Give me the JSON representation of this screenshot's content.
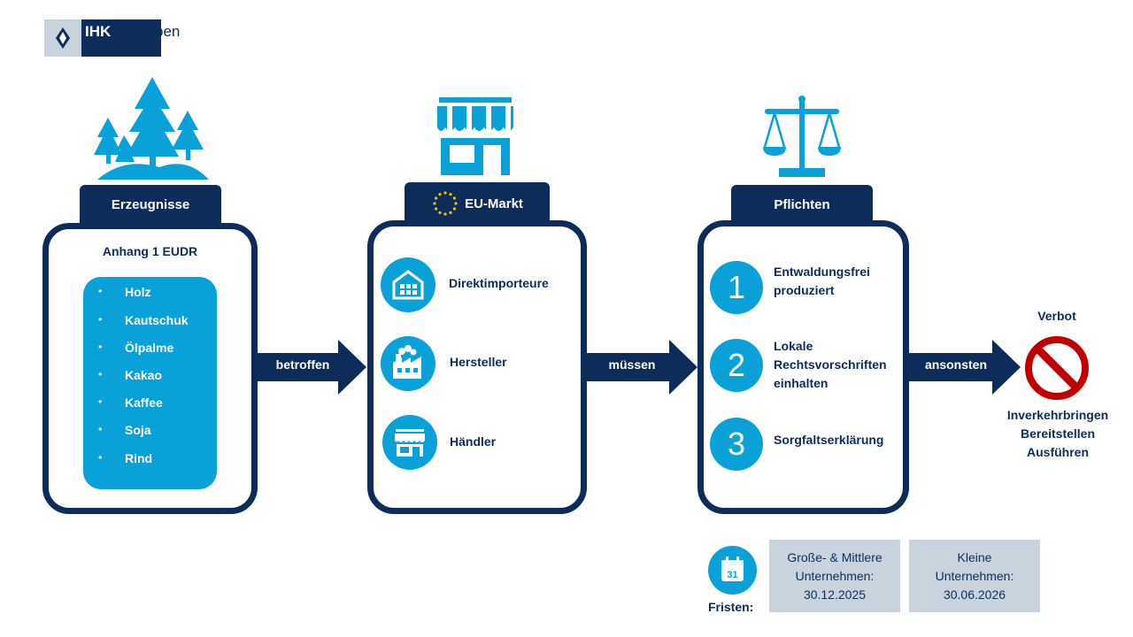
{
  "logo": {
    "ihk": "IHK",
    "region": "Schwaben"
  },
  "columns": {
    "products": {
      "title": "Erzeugnisse",
      "subtitle": "Anhang 1 EUDR",
      "items": [
        "Holz",
        "Kautschuk",
        "Ölpalme",
        "Kakao",
        "Kaffee",
        "Soja",
        "Rind"
      ]
    },
    "market": {
      "title": "EU-Markt",
      "items": [
        "Direktimporteure",
        "Hersteller",
        "Händler"
      ]
    },
    "duties": {
      "title": "Pflichten",
      "items": [
        {
          "number": "1",
          "lines": [
            "Entwaldungsfrei",
            "produziert"
          ]
        },
        {
          "number": "2",
          "lines": [
            "Lokale",
            "Rechtsvorschriften",
            "einhalten"
          ]
        },
        {
          "number": "3",
          "lines": [
            "Sorgfaltserklärung"
          ]
        }
      ]
    }
  },
  "arrows": [
    "betroffen",
    "müssen",
    "ansonsten"
  ],
  "prohibition": {
    "title": "Verbot",
    "items": [
      "Inverkehrbringen",
      "Bereitstellen",
      "Ausführen"
    ]
  },
  "deadlines": {
    "label": "Fristen:",
    "calendar_day": "31",
    "entries": [
      {
        "lines": [
          "Große- & Mittlere",
          "Unternehmen:",
          "30.12.2025"
        ]
      },
      {
        "lines": [
          "Kleine",
          "Unternehmen:",
          "30.06.2026"
        ]
      }
    ]
  },
  "colors": {
    "navy": "#0d2c5a",
    "blue": "#0aa0d8",
    "grey": "#c9d3de",
    "red": "#c00000"
  }
}
